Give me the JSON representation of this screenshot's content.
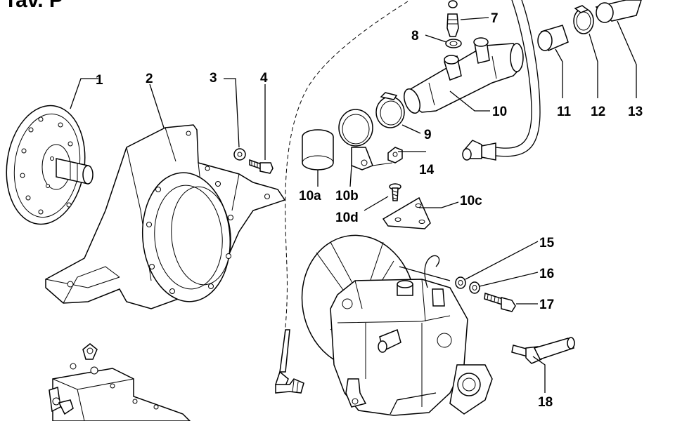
{
  "diagram": {
    "title": "Tav. P",
    "callouts": {
      "p1": "1",
      "p2": "2",
      "p3": "3",
      "p4": "4",
      "p7": "7",
      "p8": "8",
      "p9": "9",
      "p10": "10",
      "p10a": "10a",
      "p10b": "10b",
      "p10c": "10c",
      "p10d": "10d",
      "p11": "11",
      "p12": "12",
      "p13": "13",
      "p14": "14",
      "p15": "15",
      "p16": "16",
      "p17": "17",
      "p18": "18"
    }
  }
}
